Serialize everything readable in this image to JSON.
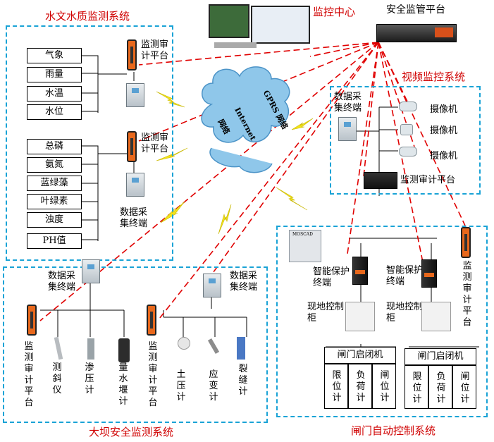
{
  "titles": {
    "hydro": "水文水质监测系统",
    "center": "监控中心",
    "platform": "安全监管平台",
    "video": "视频监控系统",
    "dam": "大坝安全监测系统",
    "gate": "闸门自动控制系统"
  },
  "sensors_left_top": [
    "气象",
    "雨量",
    "水温",
    "水位"
  ],
  "sensors_left_bottom": [
    "总磷",
    "氨氮",
    "蓝绿藻",
    "叶绿素",
    "浊度",
    "PH值"
  ],
  "cloud": {
    "internet": "Internet",
    "net": "网络",
    "gprs": "GPRS 网络"
  },
  "labels": {
    "audit_platform": "监测审计平台",
    "data_terminal": "数据采集终端",
    "camera": "摄像机",
    "smart_protect": "智能保护终端",
    "field_cabinet": "现地控制柜",
    "gate_machine": "闸门启闭机",
    "limit_meter": "限位计",
    "load_meter": "负荷计",
    "opening_meter": "闸位计",
    "inclinometer": "测斜仪",
    "piezometer": "渗压计",
    "weir": "量水堰计",
    "earth_pressure": "土压计",
    "strain": "应变计",
    "crack": "裂缝计",
    "rtu_label": "MOSCAD"
  }
}
